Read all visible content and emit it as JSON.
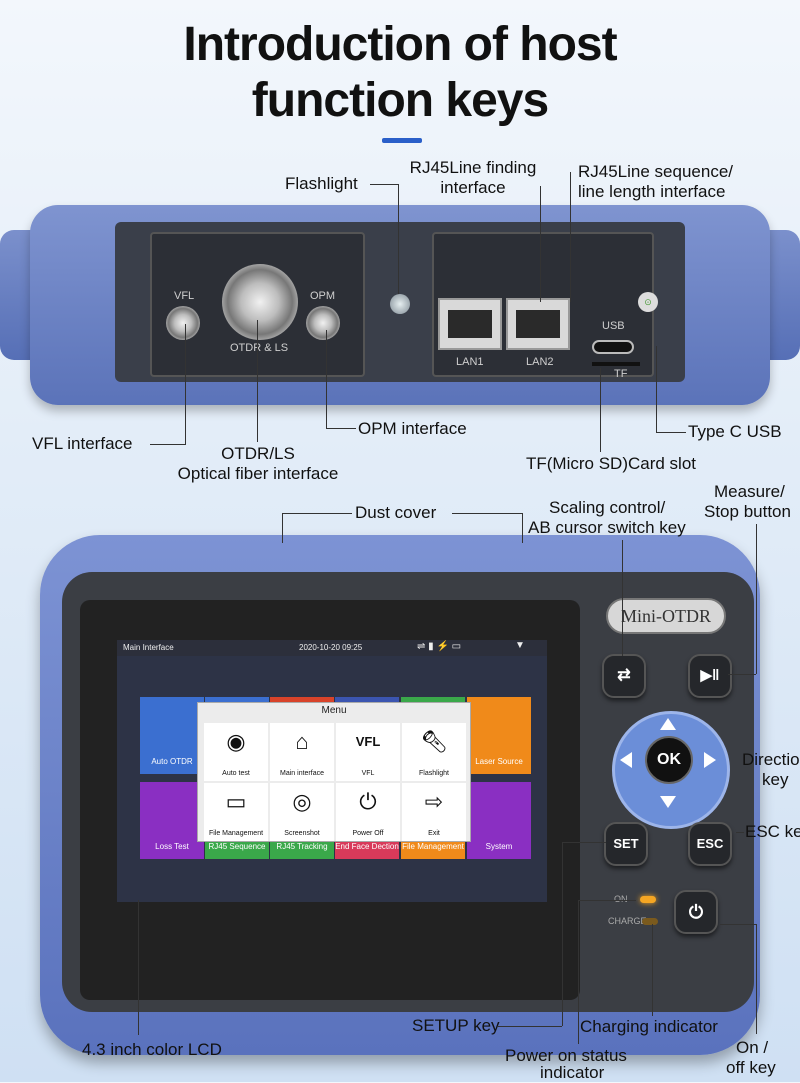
{
  "title": {
    "line1": "Introduction of host",
    "line2": "function keys"
  },
  "callouts": {
    "flashlight": "Flashlight",
    "rj45_finding_1": "RJ45Line finding",
    "rj45_finding_2": "interface",
    "rj45_sequence_1": "RJ45Line sequence/",
    "rj45_sequence_2": "line length interface",
    "vfl_interface": "VFL interface",
    "otdr_ls_1": "OTDR/LS",
    "otdr_ls_2": "Optical fiber interface",
    "opm_interface": "OPM interface",
    "type_c_usb": "Type C USB",
    "tf_card": "TF(Micro SD)Card slot",
    "dust_cover": "Dust cover",
    "scaling_1": "Scaling control/",
    "scaling_2": "AB cursor switch key",
    "measure_1": "Measure/",
    "measure_2": "Stop button",
    "direction_1": "Direction",
    "direction_2": "key",
    "esc_key": "ESC key",
    "lcd": "4.3 inch color LCD",
    "setup_key": "SETUP key",
    "charging": "Charging indicator",
    "power_status_1": "Power on status",
    "power_status_2": "indicator",
    "onoff_1": "On /",
    "onoff_2": "off key"
  },
  "ports": {
    "vfl": "VFL",
    "otdr_ls": "OTDR & LS",
    "opm": "OPM",
    "lan1": "LAN1",
    "lan2": "LAN2",
    "usb": "USB",
    "tf": "TF"
  },
  "device": {
    "brand": "Mini-OTDR",
    "keys": {
      "ok": "OK",
      "set": "SET",
      "esc": "ESC"
    },
    "leds": {
      "on": "ON",
      "charge": "CHARGE"
    },
    "led_colors": {
      "on": "#f5a623",
      "charge": "#7a5a1e"
    },
    "accent_color": "#6b8ed8"
  },
  "screen": {
    "title": "Main Interface",
    "datetime": "2020-10-20 09:25",
    "tiles_top": [
      {
        "label": "Auto OTDR",
        "color": "#3b6fd0"
      },
      {
        "label": "Laser Source",
        "color": "#f08a1a"
      }
    ],
    "tiles_bottom": [
      {
        "label": "Loss Test",
        "color": "#8a2fc2"
      },
      {
        "label": "RJ45 Length\nRJ45 Sequence",
        "color": "#3aa84a"
      },
      {
        "label": "RJ45 Tracking",
        "color": "#3aa84a"
      },
      {
        "label": "End Face Dection",
        "color": "#d83a5a"
      },
      {
        "label": "File Management",
        "color": "#f08a1a"
      },
      {
        "label": "System",
        "color": "#8a2fc2"
      }
    ],
    "menu": {
      "title": "Menu",
      "items": [
        {
          "label": "Auto test",
          "icon": "auto-test-icon"
        },
        {
          "label": "Main interface",
          "icon": "home-icon"
        },
        {
          "label": "VFL",
          "icon": "vfl-icon"
        },
        {
          "label": "Flashlight",
          "icon": "flashlight-icon"
        },
        {
          "label": "File Management",
          "icon": "folder-icon"
        },
        {
          "label": "Screenshot",
          "icon": "camera-icon"
        },
        {
          "label": "Power Off",
          "icon": "power-icon"
        },
        {
          "label": "Exit",
          "icon": "exit-icon"
        }
      ]
    }
  }
}
